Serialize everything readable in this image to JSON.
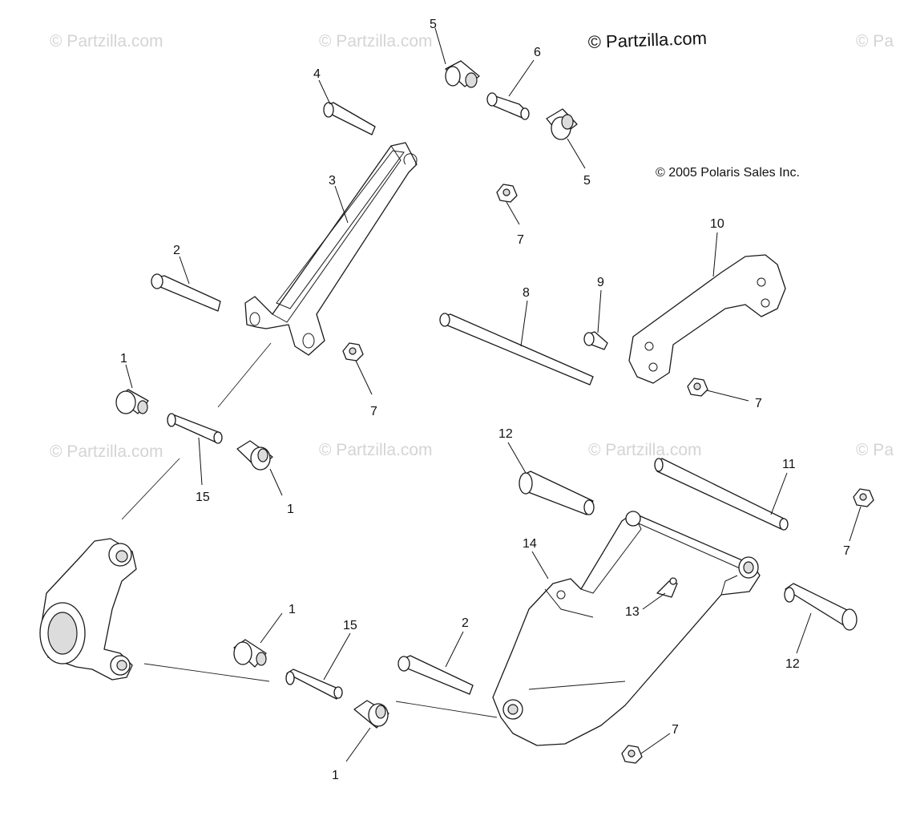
{
  "watermark_text": "© Partzilla.com",
  "watermark_partial": "© Pa",
  "copyright_main": "© Partzilla.com",
  "copyright_polaris": "© 2005 Polaris Sales Inc.",
  "callouts": {
    "c1a": "1",
    "c1b": "1",
    "c1c": "1",
    "c1d": "1",
    "c2a": "2",
    "c2b": "2",
    "c3": "3",
    "c4": "4",
    "c5a": "5",
    "c5b": "5",
    "c6": "6",
    "c7a": "7",
    "c7b": "7",
    "c7c": "7",
    "c7d": "7",
    "c7e": "7",
    "c8": "8",
    "c9": "9",
    "c10": "10",
    "c11": "11",
    "c12a": "12",
    "c12b": "12",
    "c13": "13",
    "c14": "14",
    "c15a": "15",
    "c15b": "15"
  }
}
